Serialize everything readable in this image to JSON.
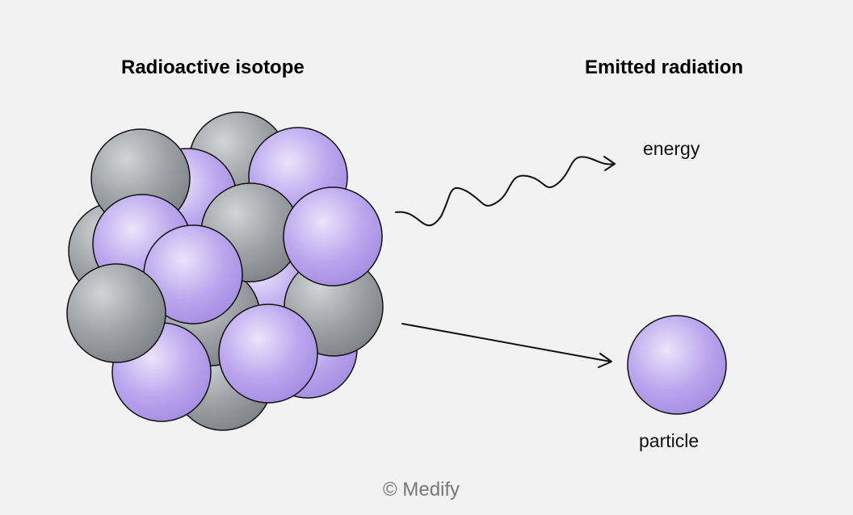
{
  "headings": {
    "isotope": "Radioactive isotope",
    "radiation": "Emitted radiation"
  },
  "labels": {
    "energy": "energy",
    "particle": "particle"
  },
  "footer": {
    "copyright": "© Medify"
  },
  "colors": {
    "background": "#f2f2f2",
    "neutron_gray": "#8f9398",
    "proton_purple": "#ab95e6",
    "outline": "#111111"
  }
}
